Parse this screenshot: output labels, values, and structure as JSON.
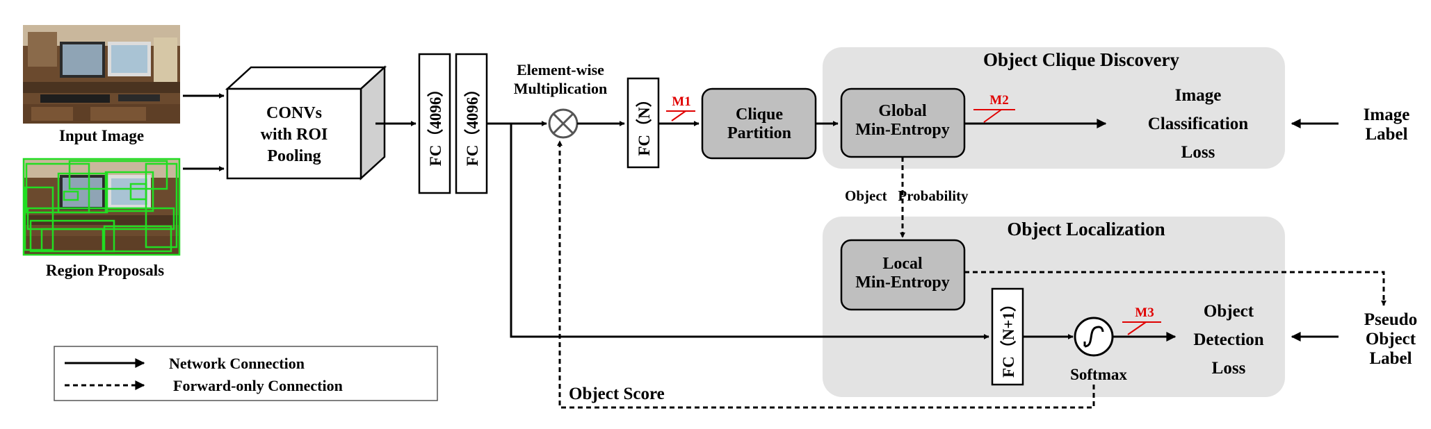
{
  "inputs": {
    "image_label": "Input Image",
    "proposals_label": "Region Proposals"
  },
  "backbone": {
    "line1": "CONVs",
    "line2": "with ROI",
    "line3": "Pooling"
  },
  "fc_layers": {
    "fc1": "FC（4096）",
    "fc2": "FC（4096）",
    "fcn": "FC（N）",
    "fcn1": "FC（N+1）"
  },
  "multiply": {
    "line1": "Element-wise",
    "line2": "Multiplication"
  },
  "clique_partition": {
    "line1": "Clique",
    "line2": "Partition"
  },
  "global_min_entropy": {
    "line1": "Global",
    "line2": "Min-Entropy"
  },
  "local_min_entropy": {
    "line1": "Local",
    "line2": "Min-Entropy"
  },
  "markers": {
    "m1": "M1",
    "m2": "M2",
    "m3": "M3"
  },
  "clique_discovery": {
    "title": "Object Clique Discovery",
    "loss_line1": "Image",
    "loss_line2": "Classification",
    "loss_line3": "Loss"
  },
  "localization": {
    "title": "Object Localization",
    "loss_line1": "Object",
    "loss_line2": "Detection",
    "loss_line3": "Loss",
    "softmax": "Softmax"
  },
  "labels": {
    "image_label_line1": "Image",
    "image_label_line2": "Label",
    "pseudo_line1": "Pseudo",
    "pseudo_line2": "Object",
    "pseudo_line3": "Label",
    "object_probability": "Object   Probability",
    "object_score": "Object Score"
  },
  "legend": {
    "network": "Network Connection",
    "forward_only": "Forward-only Connection"
  },
  "colors": {
    "panel_fill": "#e3e3e3",
    "box_fill": "#bfbfbf",
    "marker_red": "#e00000",
    "proposal_green": "#22dd22"
  }
}
